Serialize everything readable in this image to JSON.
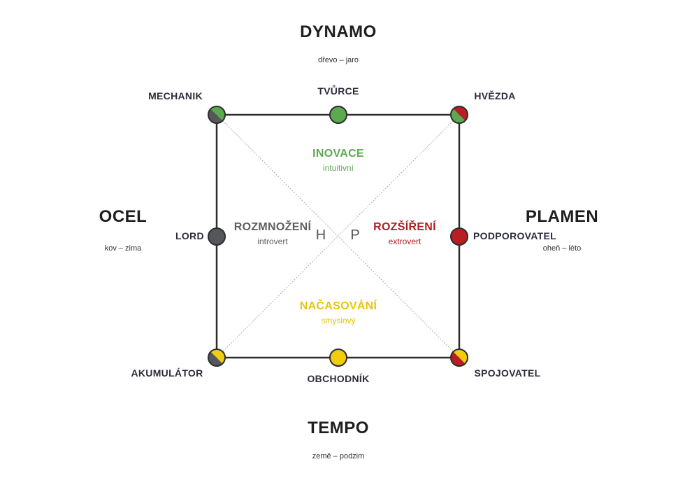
{
  "colors": {
    "green": "#5caa50",
    "red": "#b81e22",
    "yellow": "#f2cc0f",
    "gray": "#55575b",
    "line": "#2d2d2d",
    "dynamo_text": "#5caa50",
    "rozsireni_text": "#b01e23",
    "rozmnozeni_text": "#5f5f5f",
    "nacasovani_text": "#e8c50d"
  },
  "elements": {
    "dynamo": {
      "title": "DYNAMO",
      "subtitle": "dřevo – jaro"
    },
    "tempo": {
      "title": "TEMPO",
      "subtitle": "země – podzim"
    },
    "ocel": {
      "title": "OCEL",
      "subtitle": "kov – zima"
    },
    "plamen": {
      "title": "PLAMEN",
      "subtitle": "oheň – léto"
    }
  },
  "quadrants": {
    "inovace": {
      "title": "INOVACE",
      "subtitle": "intuitivní"
    },
    "nacasovani": {
      "title": "NAČASOVÁNÍ",
      "subtitle": "smyslový"
    },
    "rozmnozeni": {
      "title": "ROZMNOŽENÍ",
      "subtitle": "introvert"
    },
    "rozsireni": {
      "title": "ROZŠÍŘENÍ",
      "subtitle": "extrovert"
    }
  },
  "center_letters": {
    "left": "H",
    "right": "P"
  },
  "profiles": {
    "mechanik": "MECHANIK",
    "tvurce": "TVŮRCE",
    "hvezda": "HVĚZDA",
    "lord": "LORD",
    "podporovatel": "PODPOROVATEL",
    "akumulator": "AKUMULÁTOR",
    "obchodnik": "OBCHODNÍK",
    "spojovatel": "SPOJOVATEL"
  },
  "nodes": [
    {
      "name": "mechanik",
      "split": [
        "gray",
        "green"
      ]
    },
    {
      "name": "tvurce",
      "split": [
        "green",
        "green"
      ]
    },
    {
      "name": "hvezda",
      "split": [
        "green",
        "red"
      ]
    },
    {
      "name": "lord",
      "split": [
        "gray",
        "gray"
      ]
    },
    {
      "name": "podporovatel",
      "split": [
        "red",
        "red"
      ]
    },
    {
      "name": "akumulator",
      "split": [
        "gray",
        "yellow"
      ]
    },
    {
      "name": "obchodnik",
      "split": [
        "yellow",
        "yellow"
      ]
    },
    {
      "name": "spojovatel",
      "split": [
        "red",
        "yellow"
      ]
    }
  ]
}
